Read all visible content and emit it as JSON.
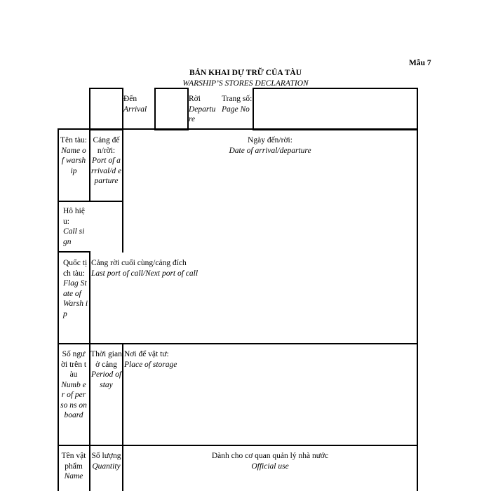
{
  "form": {
    "form_no": "Mẫu 7",
    "title_vi": "BẢN KHAI DỰ TRỮ CỦA TÀU",
    "title_en": "WARSHIP’S STORES DECLARATION"
  },
  "header": {
    "arrival_vi": "Đến",
    "arrival_en": "Arrival",
    "departure_vi": "Rời",
    "departure_en": "Departu re",
    "page_vi": "Trang số:",
    "page_en": "Page No"
  },
  "fields": {
    "ship_name_vi": "Tên tàu:",
    "ship_name_en": "Name of warsh ip",
    "port_vi": "Cảng đến/rời:",
    "port_en": "Port of arrival/d eparture",
    "date_vi": "Ngày đến/rời:",
    "date_en": "Date of arrival/departure",
    "call_sign_vi": "Hô hiệu:",
    "call_sign_en": "Call sign",
    "flag_vi": "Quốc tịch tàu:",
    "flag_en": "Flag State of Warsh ip",
    "last_port_vi": "Cảng rời cuối cùng/cảng đích",
    "last_port_en": "Last port of call/Next port of call",
    "persons_vi": "Số người trên tàu",
    "persons_en": "Numb er of perso ns on board",
    "stay_vi": "Thời gian ở cảng",
    "stay_en": "Period of stay",
    "storage_vi": "Nơi để vật tư:",
    "storage_en": "Place of storage",
    "item_vi": "Tên vật phẩm",
    "item_en": "Name",
    "qty_vi": "Số lượng",
    "qty_en": "Quantity",
    "official_vi": "Dành cho cơ quan quản lý nhà nước",
    "official_en": "Official use"
  }
}
